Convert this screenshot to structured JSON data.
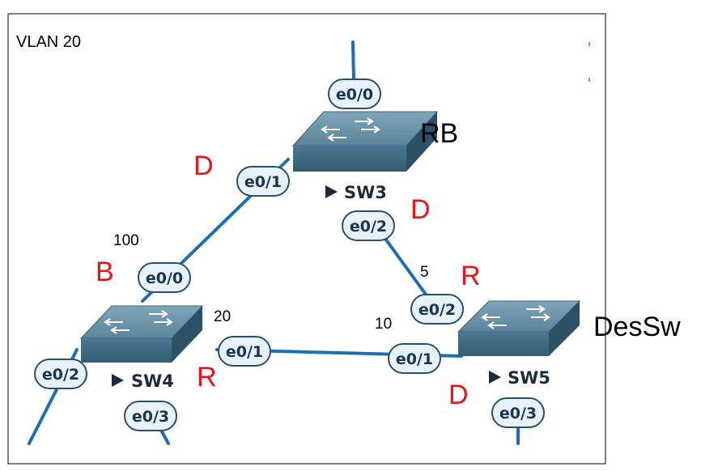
{
  "vlan_label": "VLAN 20",
  "switches": {
    "sw3": {
      "name": "SW3",
      "tag": "RB"
    },
    "sw4": {
      "name": "SW4"
    },
    "sw5": {
      "name": "SW5",
      "tag": "DesSw"
    }
  },
  "ports": {
    "sw3_e0_0": "e0/0",
    "sw3_e0_1": "e0/1",
    "sw3_e0_2": "e0/2",
    "sw4_e0_0": "e0/0",
    "sw4_e0_1": "e0/1",
    "sw4_e0_2": "e0/2",
    "sw4_e0_3": "e0/3",
    "sw5_e0_1": "e0/1",
    "sw5_e0_2": "e0/2",
    "sw5_e0_3": "e0/3"
  },
  "port_roles": {
    "sw3_e0_1": "D",
    "sw3_e0_2": "D",
    "sw4_e0_0": "B",
    "sw4_e0_1": "R",
    "sw5_e0_2": "R",
    "sw5_e0_1": "D"
  },
  "costs": {
    "sw4_e0_0": "100",
    "sw4_e0_1": "20",
    "sw5_e0_2": "5",
    "sw5_e0_1": "10"
  },
  "colors": {
    "link": "#1a6fb5",
    "role": "#e8141b",
    "switch_top": "#6b93a8",
    "switch_front": "#3f6a80",
    "switch_side": "#2d5266",
    "port_fill": "#e7f2fb",
    "port_stroke": "#2b4f6e"
  }
}
